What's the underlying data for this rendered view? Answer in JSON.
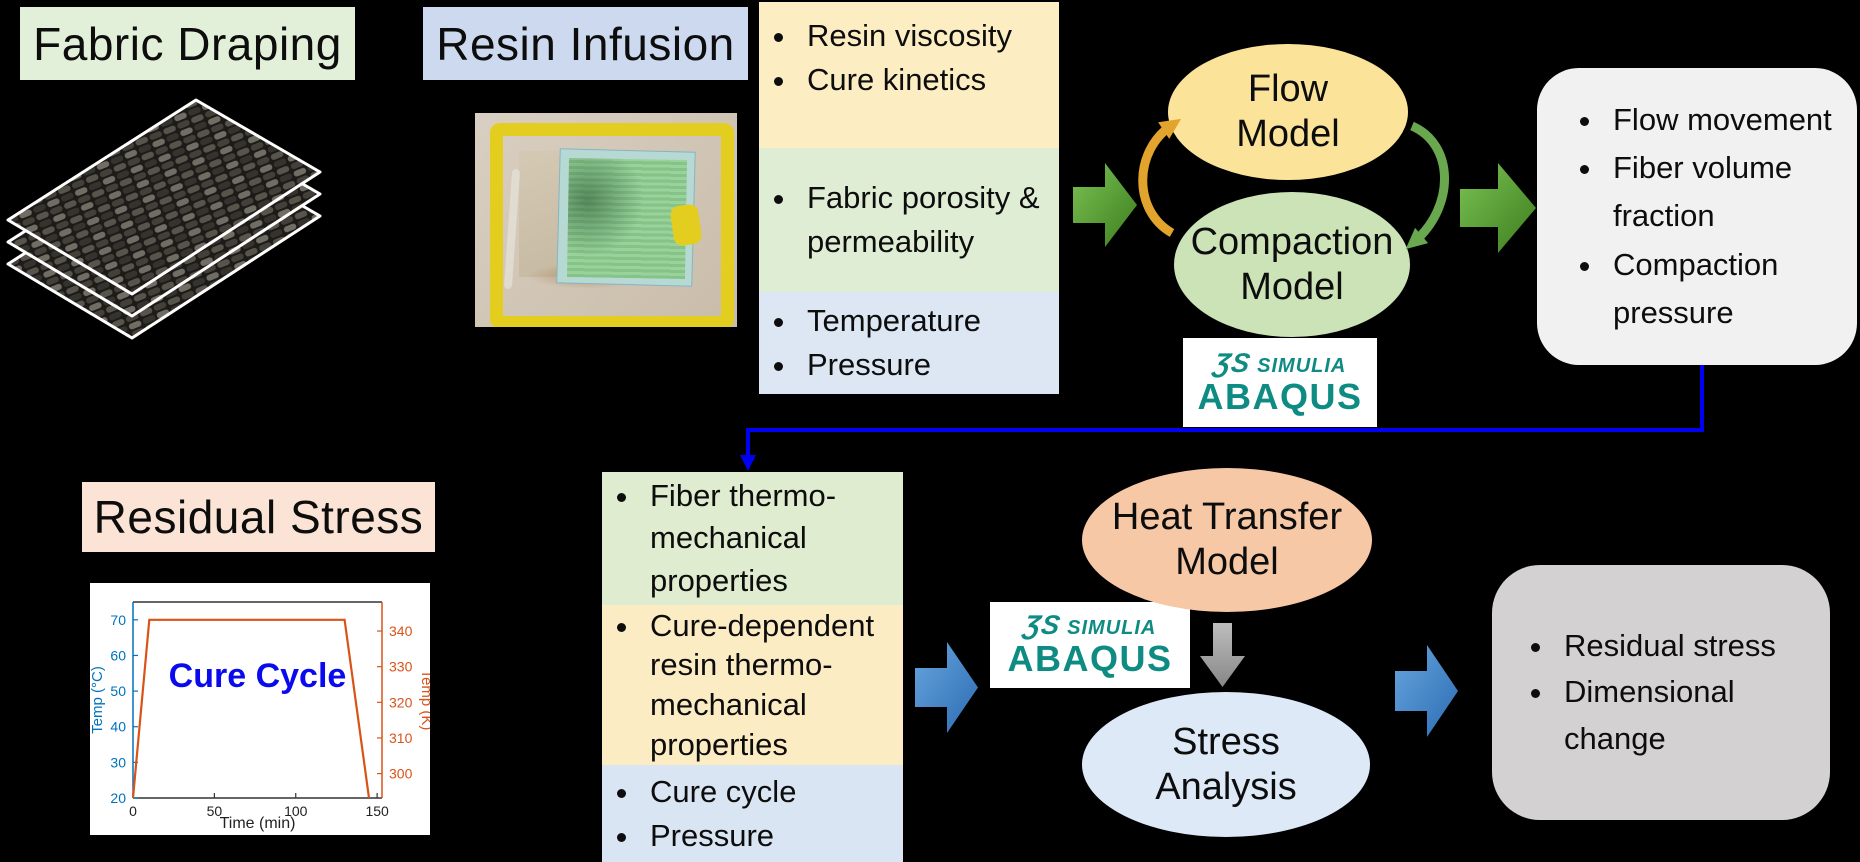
{
  "titles": {
    "fabric_draping": "Fabric Draping",
    "resin_infusion": "Resin Infusion",
    "residual_stress": "Residual Stress"
  },
  "abaqus": {
    "ds_glyph": "ƷS",
    "brand": "SIMULIA",
    "product": "ABAQUS"
  },
  "process1": {
    "inputs": {
      "resin": [
        "Resin viscosity",
        "Cure kinetics"
      ],
      "fabric": [
        "Fabric porosity & permeability"
      ],
      "conditions": [
        "Temperature",
        "Pressure"
      ]
    },
    "flow_model_label": "Flow Model",
    "compaction_model_label": "Compaction Model",
    "outputs": [
      "Flow movement",
      "Fiber volume fraction",
      "Compaction pressure"
    ]
  },
  "process2": {
    "inputs": {
      "fiber": [
        "Fiber thermo-mechanical properties"
      ],
      "resin": [
        "Cure-dependent resin thermo-mechanical properties"
      ],
      "conditions": [
        "Cure cycle",
        "Pressure"
      ]
    },
    "heat_model_label": "Heat Transfer Model",
    "stress_model_label": "Stress Analysis",
    "outputs": [
      "Residual stress",
      "Dimensional change"
    ]
  },
  "colors": {
    "green_block_arrow": "#4f9d2d",
    "blue_block_arrow": "#3d7ec0",
    "gray_block_arrow": "#9a9a9a",
    "cycle_arrow_orange": "#e2a42c",
    "cycle_arrow_green": "#6aa84f",
    "connector_blue": "#0000f2",
    "abaqus_teal": "#0e8c84",
    "flow_ellipse": "#fbe499",
    "compaction_ellipse": "#cbe3b6",
    "heat_ellipse": "#f6c8a6",
    "stress_ellipse": "#dde9f6"
  },
  "chart_data": {
    "type": "line",
    "title": "Cure Cycle",
    "xlabel": "Time (min)",
    "ylabel_left": "Temp (°C)",
    "ylabel_right": "Temp (K)",
    "x_ticks": [
      0,
      50,
      100,
      150
    ],
    "y_ticks_left": [
      20,
      30,
      40,
      50,
      60,
      70
    ],
    "y_ticks_right": [
      300,
      310,
      320,
      330,
      340
    ],
    "xlim": [
      0,
      153
    ],
    "ylim_left": [
      20,
      75
    ],
    "kelvin_offset": 273.15,
    "series": [
      {
        "name": "Cure cycle temperature",
        "x": [
          0,
          10,
          130,
          145
        ],
        "y": [
          20,
          70,
          70,
          20
        ]
      }
    ],
    "line_color": "#d95319",
    "left_axis_color": "#0072bd",
    "right_axis_color": "#d95319",
    "title_color": "#0a0aee",
    "grid": false,
    "legend_position": "none"
  }
}
